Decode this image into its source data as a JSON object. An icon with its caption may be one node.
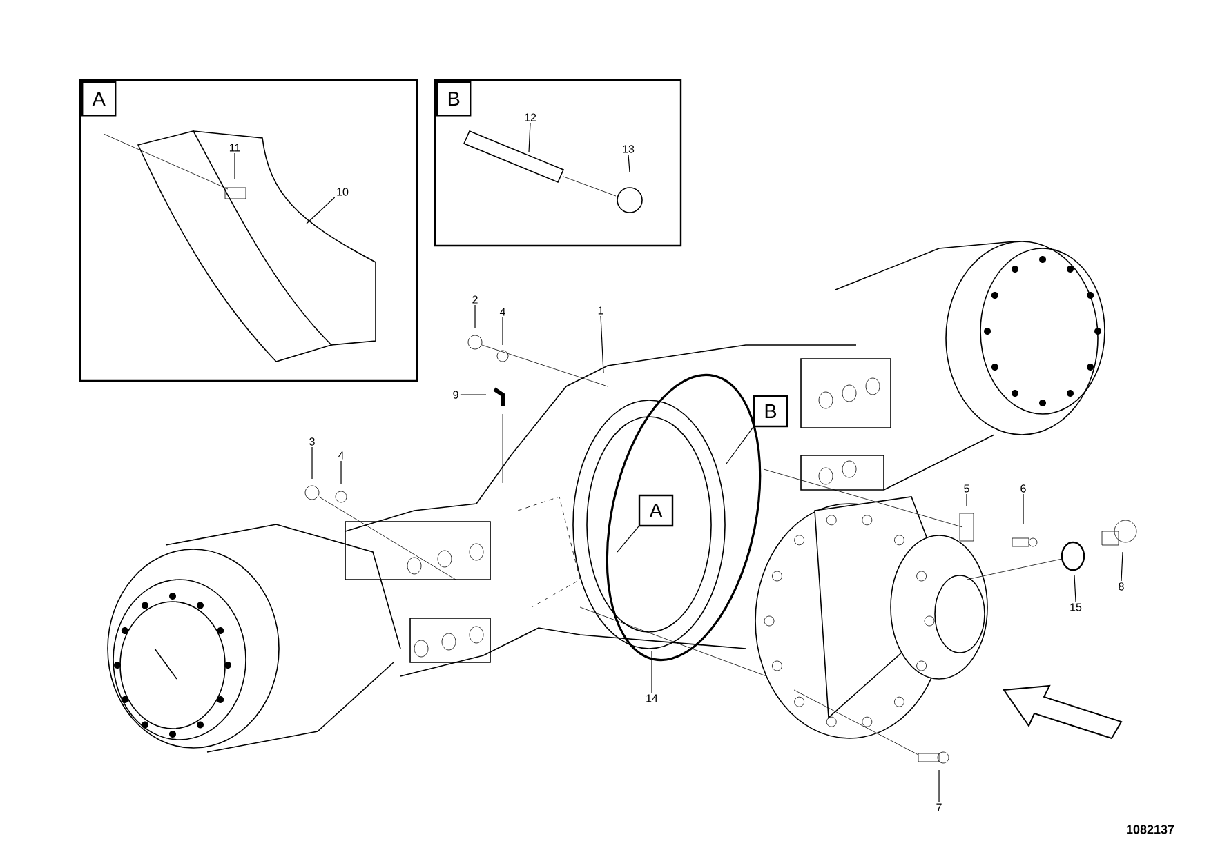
{
  "diagram": {
    "nodes": [
      {
        "text": [
          "A"
        ]
      },
      {
        "text": [
          "11"
        ],
        "in": 0
      },
      {
        "text": [
          "10"
        ],
        "in": 0
      },
      {
        "text": [
          "B"
        ]
      },
      {
        "text": [
          "12"
        ],
        "in": 3
      },
      {
        "text": [
          "13"
        ],
        "in": 3
      },
      {
        "text": [
          "2"
        ]
      },
      {
        "text": [
          "4"
        ]
      },
      {
        "text": [
          "1"
        ]
      },
      {
        "text": [
          "9"
        ]
      },
      {
        "text": [
          "3"
        ]
      },
      {
        "text": [
          "4"
        ]
      },
      {
        "text": [
          "B"
        ]
      },
      {
        "text": [
          "A"
        ]
      },
      {
        "text": [
          "5"
        ]
      },
      {
        "text": [
          "6"
        ]
      },
      {
        "text": [
          "15"
        ]
      },
      {
        "text": [
          "8"
        ]
      },
      {
        "text": [
          "14"
        ]
      },
      {
        "text": [
          "7"
        ]
      }
    ],
    "edges": [
      {
        "from": 1,
        "to": null,
        "arrow": "none"
      },
      {
        "from": 2,
        "to": null,
        "arrow": "none"
      },
      {
        "from": 4,
        "to": null,
        "arrow": "none"
      },
      {
        "from": 5,
        "to": null,
        "arrow": "none"
      },
      {
        "from": 6,
        "to": null,
        "arrow": "none"
      },
      {
        "from": 7,
        "to": null,
        "arrow": "none"
      },
      {
        "from": 8,
        "to": null,
        "arrow": "none"
      },
      {
        "from": 9,
        "to": null,
        "arrow": "none"
      },
      {
        "from": 10,
        "to": null,
        "arrow": "none"
      },
      {
        "from": 11,
        "to": null,
        "arrow": "none"
      },
      {
        "from": 12,
        "to": null,
        "arrow": "none"
      },
      {
        "from": 13,
        "to": null,
        "arrow": "none"
      },
      {
        "from": 14,
        "to": null,
        "arrow": "none"
      },
      {
        "from": 15,
        "to": null,
        "arrow": "none"
      },
      {
        "from": 16,
        "to": null,
        "arrow": "none"
      },
      {
        "from": 17,
        "to": null,
        "arrow": "none"
      },
      {
        "from": 18,
        "to": null,
        "arrow": "none"
      },
      {
        "from": 19,
        "to": null,
        "arrow": "none"
      }
    ],
    "labels": [
      "1082137"
    ]
  }
}
